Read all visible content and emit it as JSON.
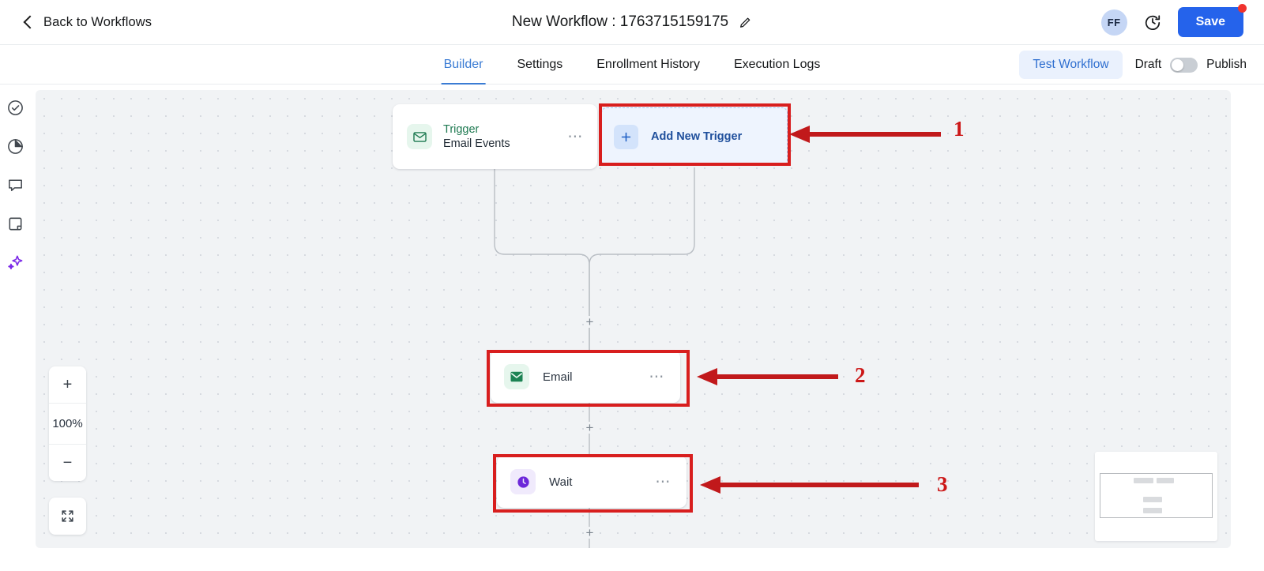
{
  "header": {
    "back_label": "Back to Workflows",
    "back_icon": "chevron-left-icon",
    "title": "New Workflow : 1763715159175",
    "edit_icon": "pencil-icon",
    "avatar_initials": "FF",
    "history_icon": "clock-history-icon",
    "save_label": "Save",
    "save_badge_color": "#f0332e",
    "accent_color": "#2563eb"
  },
  "tabs": [
    {
      "label": "Builder",
      "active": true
    },
    {
      "label": "Settings",
      "active": false
    },
    {
      "label": "Enrollment History",
      "active": false
    },
    {
      "label": "Execution Logs",
      "active": false
    }
  ],
  "tabbar_right": {
    "test_label": "Test Workflow",
    "draft_label": "Draft",
    "publish_label": "Publish",
    "toggle_state": "off"
  },
  "rail": {
    "items": [
      {
        "icon": "check-circle-icon",
        "active": false
      },
      {
        "icon": "pie-chart-icon",
        "active": false
      },
      {
        "icon": "chat-bubble-icon",
        "active": false
      },
      {
        "icon": "note-square-icon",
        "active": false
      },
      {
        "icon": "sparkle-ai-icon",
        "active": true,
        "color": "#7c2ae8"
      }
    ]
  },
  "canvas": {
    "trigger_node": {
      "icon": "envelope-outline-icon",
      "title": "Trigger",
      "subtitle": "Email Events",
      "menu_icon": "more-horizontal-icon",
      "title_color": "#1f7a52"
    },
    "add_trigger_node": {
      "icon": "plus-icon",
      "label": "Add New Trigger",
      "text_color": "#1f4f9c",
      "bg_color": "#eef4fe"
    },
    "email_node": {
      "icon": "envelope-filled-icon",
      "label": "Email",
      "menu_icon": "more-horizontal-icon",
      "icon_color": "#1c8354"
    },
    "wait_node": {
      "icon": "clock-filled-icon",
      "label": "Wait",
      "menu_icon": "more-horizontal-icon",
      "icon_color": "#6d28d9"
    },
    "connector_plus_label": "+",
    "zoom": {
      "zoom_in_label": "+",
      "zoom_level": "100%",
      "zoom_out_label": "−",
      "fit_icon": "fit-screen-icon"
    },
    "minimap": {
      "icon": "minimap"
    }
  },
  "annotations": [
    {
      "number": "1",
      "target": "add-new-trigger-card"
    },
    {
      "number": "2",
      "target": "email-node"
    },
    {
      "number": "3",
      "target": "wait-node"
    }
  ]
}
